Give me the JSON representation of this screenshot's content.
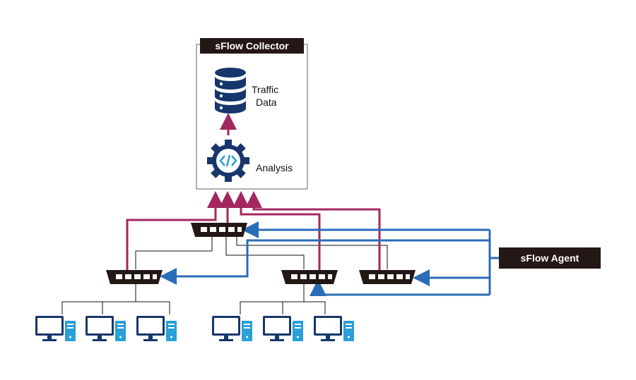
{
  "collector": {
    "title": "sFlow Collector",
    "traffic_data_line1": "Traffic",
    "traffic_data_line2": "Data",
    "analysis_label": "Analysis",
    "database_icon": "database-icon",
    "analysis_icon": "code-gear-icon"
  },
  "agent": {
    "label": "sFlow Agent"
  },
  "colors": {
    "magenta_flow": "#a3275f",
    "blue_flow": "#2b6cb8",
    "dark_badge": "#231816",
    "navy_icon": "#17366b",
    "cyan_accent": "#2a9fd8",
    "connector": "#111111"
  },
  "devices": {
    "switch_icon": "switch-icon",
    "computer_icon": "desktop-computer-icon"
  }
}
